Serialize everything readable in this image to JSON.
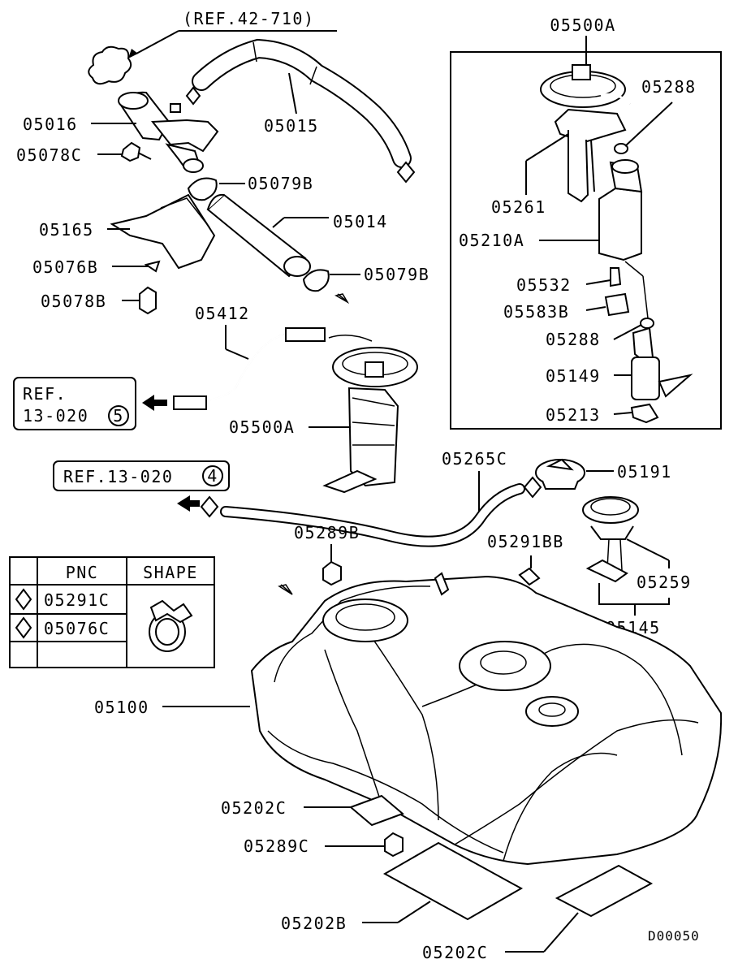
{
  "labels": {
    "ref_42_710": "(REF.42-710)",
    "p05016": "05016",
    "p05078C": "05078C",
    "p05015": "05015",
    "p05079B_top": "05079B",
    "p05165": "05165",
    "p05014": "05014",
    "p05076B": "05076B",
    "p05079B_bottom": "05079B",
    "p05078B": "05078B",
    "p05412": "05412",
    "p05500A_main": "05500A",
    "p05265C": "05265C",
    "p05191": "05191",
    "p05289B": "05289B",
    "p05291BB": "05291BB",
    "p05259": "05259",
    "p05145": "05145",
    "p05100": "05100",
    "p05202C_upper": "05202C",
    "p05289C": "05289C",
    "p05202B": "05202B",
    "p05202C_lower": "05202C"
  },
  "ref_boxes": {
    "ref_13_020_5": {
      "line1": "REF.",
      "line2": "13-020",
      "circled": "5"
    },
    "ref_13_020_4": {
      "text": "REF.13-020",
      "circled": "4"
    }
  },
  "inset": {
    "title": "05500A",
    "labels": {
      "p05288_top": "05288",
      "p05261": "05261",
      "p05210A": "05210A",
      "p05532": "05532",
      "p05583B": "05583B",
      "p05288_mid": "05288",
      "p05149": "05149",
      "p05213": "05213"
    }
  },
  "legend": {
    "headers": [
      "PNC",
      "SHAPE"
    ],
    "rows": [
      {
        "symbol": "diamond-open",
        "pnc": "05291C"
      },
      {
        "symbol": "diamond-open",
        "pnc": "05076C"
      }
    ]
  },
  "drawing_code": "D00050"
}
